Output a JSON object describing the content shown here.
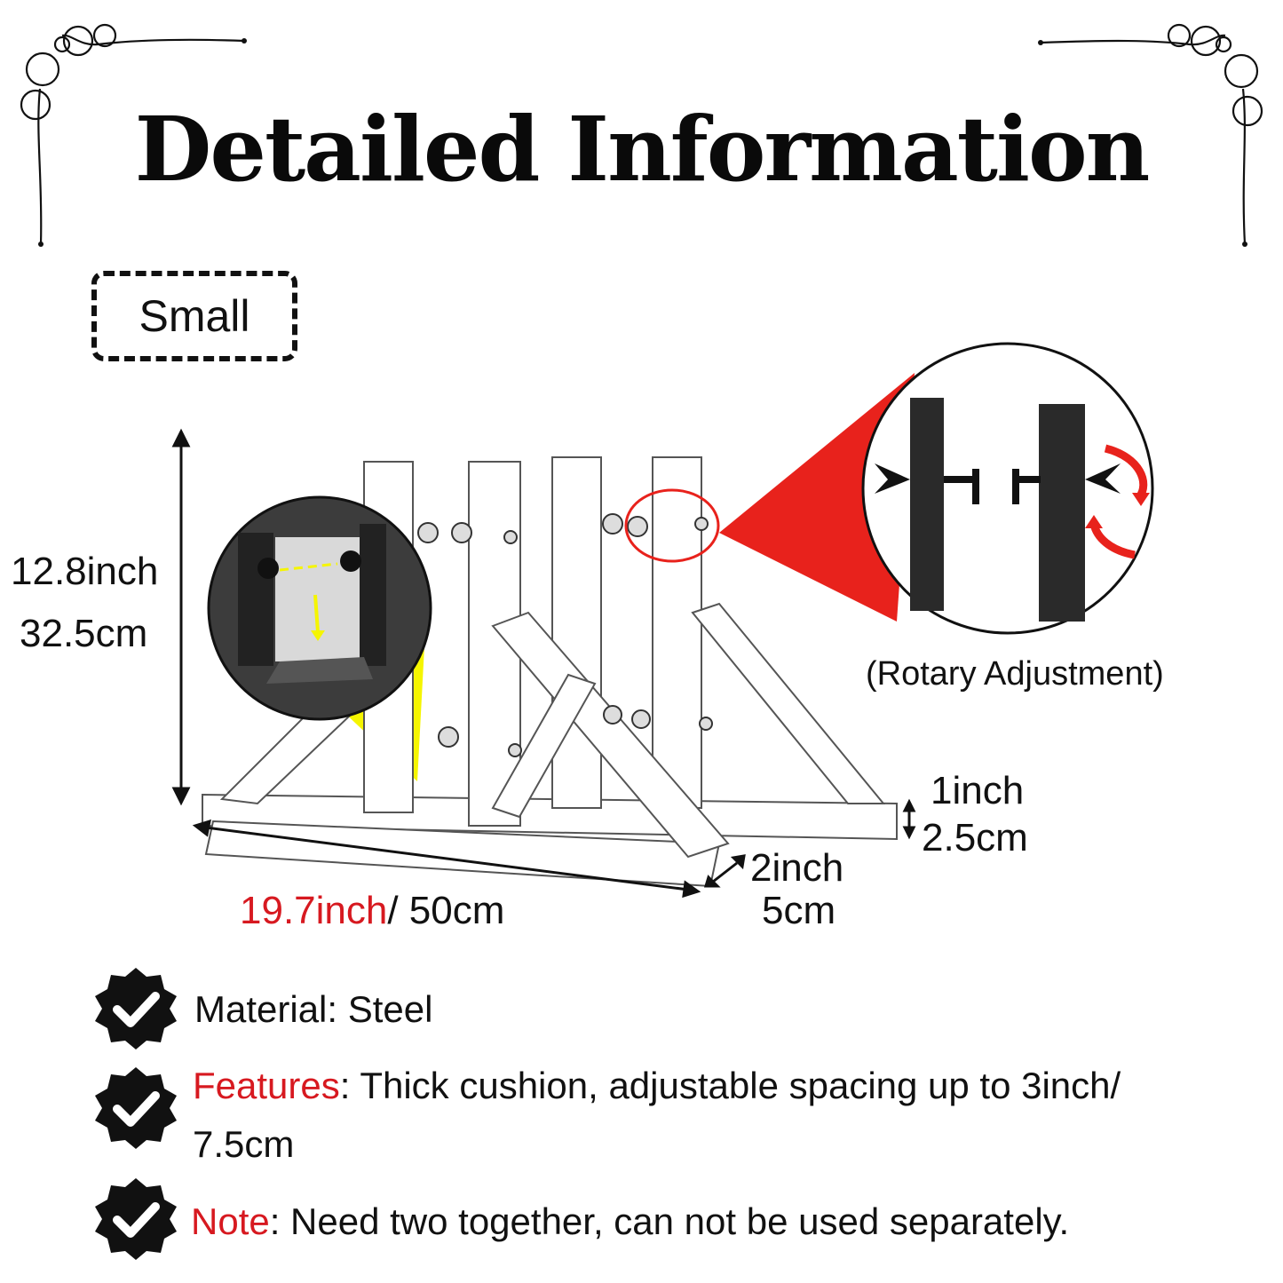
{
  "title": "Detailed Information",
  "size_label": "Small",
  "dimensions": {
    "height_inch": "12.8inch",
    "height_cm": "32.5cm",
    "length_inch": "19.7inch",
    "length_cm": "/ 50cm",
    "depth_inch": "2inch",
    "depth_cm": "5cm",
    "thickness_inch": "1inch",
    "thickness_cm": "2.5cm"
  },
  "callout_caption": "(Rotary Adjustment)",
  "features": [
    {
      "key": "",
      "text": "Material: Steel"
    },
    {
      "key": "Features",
      "text": ": Thick cushion, adjustable spacing up to 3inch/ 7.5cm"
    },
    {
      "key": "Note",
      "text": ": Need two together, can not be used separately."
    }
  ],
  "colors": {
    "accent_red": "#d71920",
    "highlight_yellow": "#f5f500",
    "ink": "#111111"
  },
  "icons": [
    "check-badge-icon",
    "corner-ornament-icon",
    "double-arrow-icon"
  ]
}
